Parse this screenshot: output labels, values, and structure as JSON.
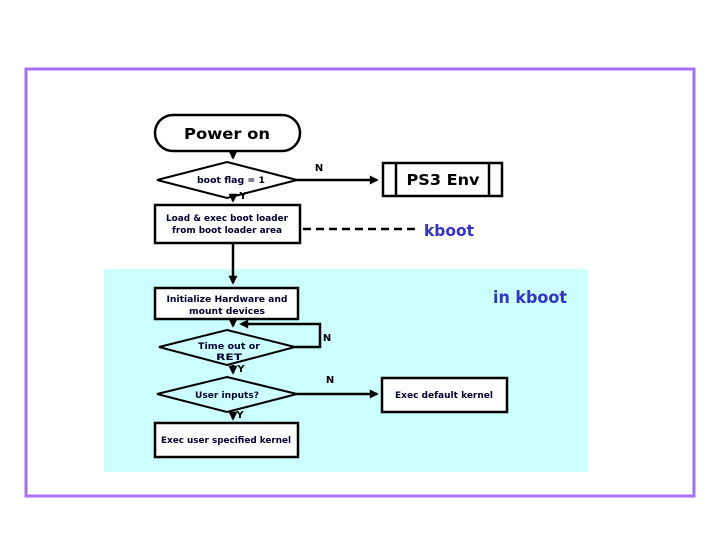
{
  "diagram": {
    "nodes": {
      "power_on": "Power on",
      "boot_flag": "boot flag = 1",
      "ps3_env": "PS3 Env",
      "load_boot_line1": "Load & exec boot loader",
      "load_boot_line2": "from boot loader area",
      "init_hw_line1": "Initialize Hardware and",
      "init_hw_line2": "mount devices",
      "timeout_line1": "Time out or",
      "timeout_line2": "RET",
      "user_inputs": "User inputs?",
      "exec_default": "Exec default kernel",
      "exec_user": "Exec user specified kernel"
    },
    "annotations": {
      "kboot": "kboot",
      "in_kboot": "in kboot"
    },
    "edge_labels": {
      "boot_flag_n": "N",
      "boot_flag_y": "Y",
      "timeout_n": "N",
      "timeout_y": "Y",
      "user_inputs_n": "N",
      "user_inputs_y": "Y"
    },
    "colors": {
      "frame_border": "#A76FF5",
      "kboot_region_fill": "#CCFFFF",
      "annotation_blue": "#3333CC"
    }
  }
}
